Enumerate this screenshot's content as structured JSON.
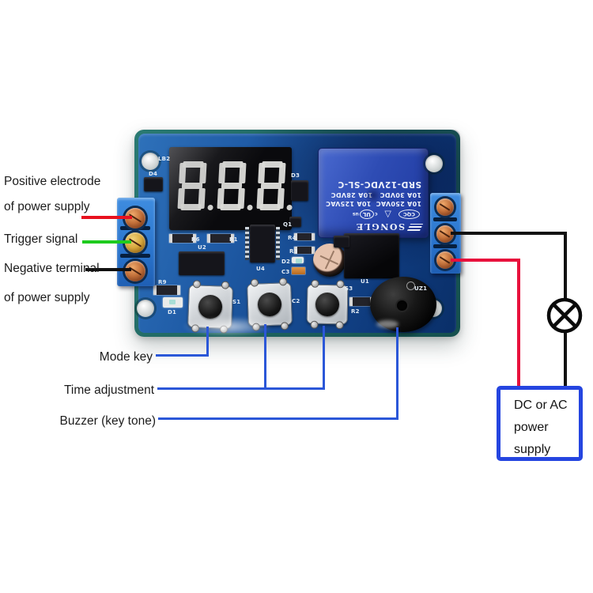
{
  "callouts": {
    "positive_line1": "Positive electrode",
    "positive_line2": "of power supply",
    "trigger": "Trigger signal",
    "negative_line1": "Negative terminal",
    "negative_line2": "of power supply",
    "mode_key": "Mode key",
    "time_adjustment": "Time adjustment",
    "buzzer": "Buzzer (key tone)"
  },
  "power_box": {
    "line1": "DC or AC",
    "line2": "power",
    "line3": "supply"
  },
  "display": {
    "value": "8.8.8.",
    "digit_count": 3,
    "state": "unlit"
  },
  "relay": {
    "brand": "SONGLE",
    "model": "SRD-12VDC-SL-C",
    "rating_line1": "10A 250VAC  10A 125VAC",
    "rating_line2": "10A 30VDC   10A 28VDC",
    "logo_cqc": "CQC",
    "logo_tri": "△",
    "logo_ul_prefix": "c",
    "logo_ul": "UL",
    "logo_ul_suffix": "us"
  },
  "board": {
    "labels": [
      "LB2",
      "D4",
      "D3",
      "Q1",
      "R4",
      "R3",
      "D2",
      "C3",
      "R6",
      "R1",
      "U2",
      "U4",
      "U1",
      "R9",
      "D1",
      "S1",
      "C2",
      "S3",
      "R2",
      "UZ1"
    ]
  },
  "wire_colors": {
    "positive": "#e8101e",
    "trigger": "#1ecb1e",
    "negative": "#111111",
    "annotation_blue": "#2b57d8",
    "load_black": "#111111",
    "supply_red": "#e8103c"
  }
}
